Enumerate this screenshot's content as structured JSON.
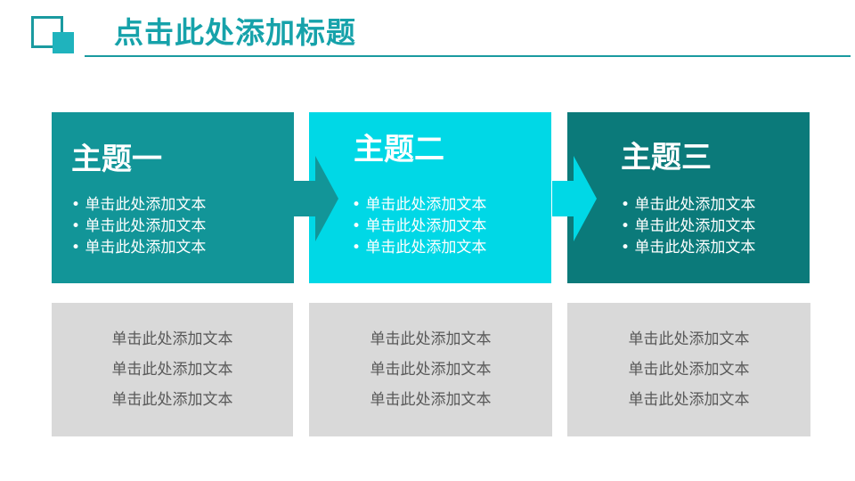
{
  "title": "点击此处添加标题",
  "colors": {
    "accent": "#16a2aa",
    "box1": "#129598",
    "box2": "#00d8e6",
    "box3": "#0b7a7a",
    "panel": "#d9d9d9",
    "panel_text": "#595959"
  },
  "topics": [
    {
      "heading": "主题一",
      "bullets": [
        "单击此处添加文本",
        "单击此处添加文本",
        "单击此处添加文本"
      ],
      "details": [
        "单击此处添加文本",
        "单击此处添加文本",
        "单击此处添加文本"
      ]
    },
    {
      "heading": "主题二",
      "bullets": [
        "单击此处添加文本",
        "单击此处添加文本",
        "单击此处添加文本"
      ],
      "details": [
        "单击此处添加文本",
        "单击此处添加文本",
        "单击此处添加文本"
      ]
    },
    {
      "heading": "主题三",
      "bullets": [
        "单击此处添加文本",
        "单击此处添加文本",
        "单击此处添加文本"
      ],
      "details": [
        "单击此处添加文本",
        "单击此处添加文本",
        "单击此处添加文本"
      ]
    }
  ]
}
